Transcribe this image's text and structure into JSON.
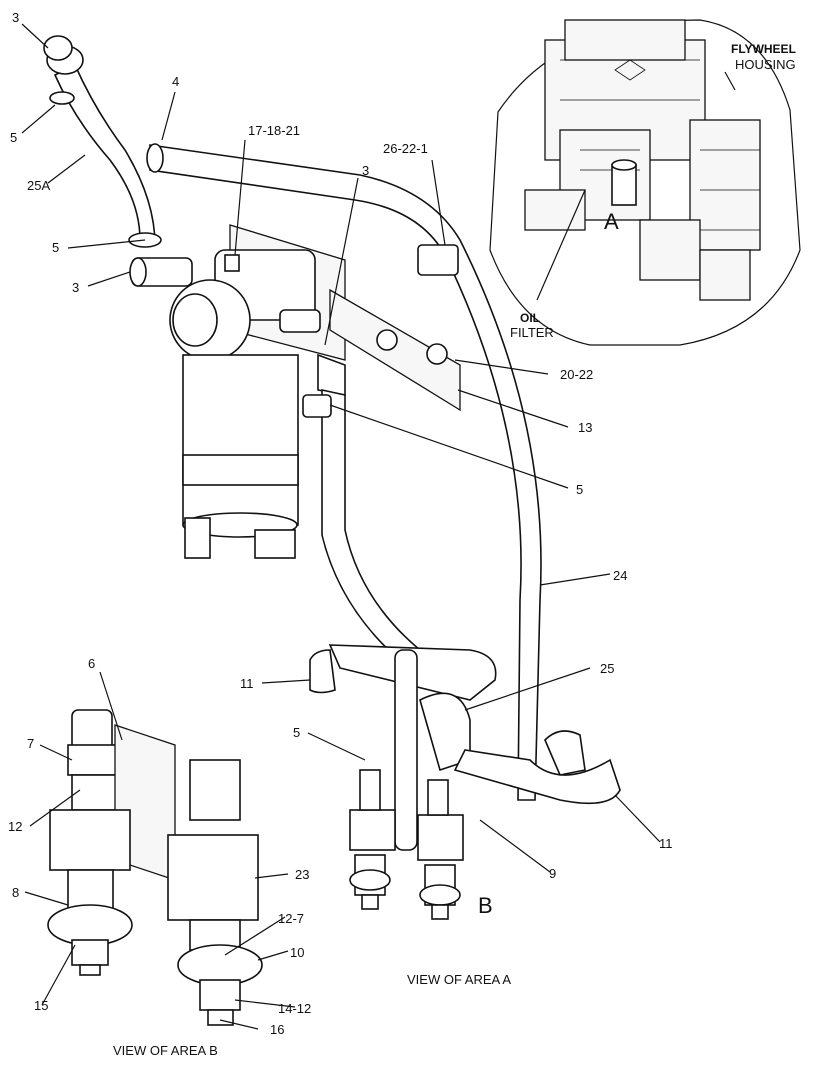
{
  "callouts": {
    "c3_top": "3",
    "c5_top": "5",
    "c25A": "25A",
    "c4": "4",
    "c17_18_21": "17-18-21",
    "c26_22_1": "26-22-1",
    "c3_mid": "3",
    "c5_left": "5",
    "c3_left": "3",
    "c20_22": "20-22",
    "c13": "13",
    "c5_right": "5",
    "c24": "24",
    "c25": "25",
    "c11_left": "11",
    "c5_lower": "5",
    "c11_right": "11",
    "c9": "9",
    "c6": "6",
    "c7": "7",
    "c12": "12",
    "c8": "8",
    "c15": "15",
    "c23": "23",
    "c12_7": "12-7",
    "c10": "10",
    "c14_12": "14-12",
    "c16": "16"
  },
  "inset": {
    "flywheel": "FLYWHEEL",
    "housing": "HOUSING",
    "oil": "OIL",
    "filter": "FILTER",
    "area_a": "A"
  },
  "area_b_marker": "B",
  "captions": {
    "view_a": "VIEW OF AREA  A",
    "view_b": "VIEW OF AREA  B"
  }
}
